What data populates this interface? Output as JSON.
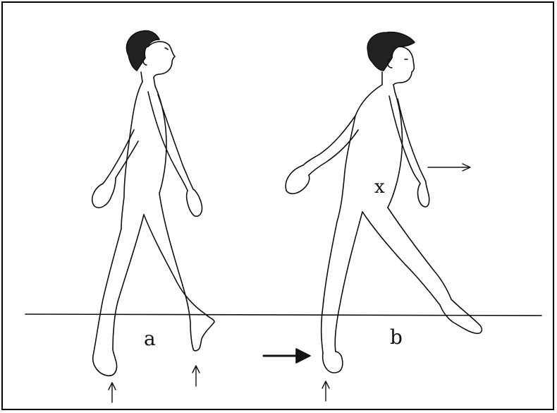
{
  "labels": {
    "figure_a": "a",
    "figure_b": "b",
    "marker_x": "x"
  },
  "colors": {
    "line": "#111111",
    "background": "#ffffff"
  },
  "icons": {
    "motion_arrow": "right-arrow",
    "push_arrow": "thick-right-arrow",
    "contact_arrows": "up-arrow"
  }
}
